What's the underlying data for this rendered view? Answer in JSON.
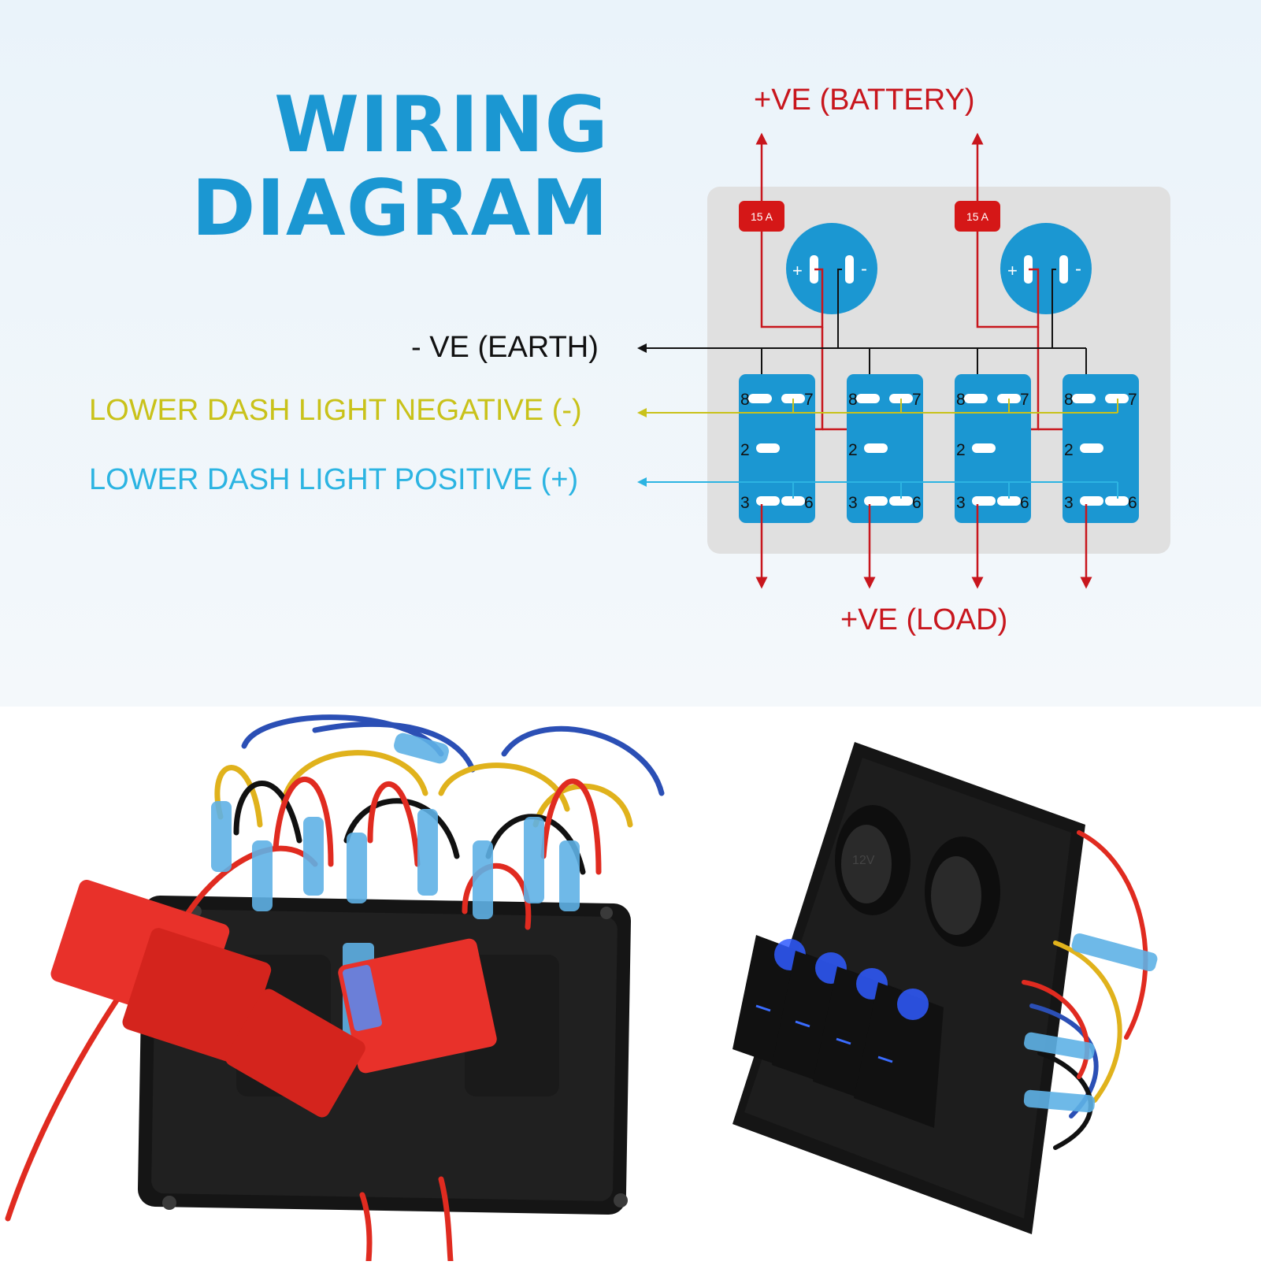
{
  "title": {
    "line1": "WIRING",
    "line2": "DIAGRAM"
  },
  "labels": {
    "battery": "+VE (BATTERY)",
    "earth": "- VE (EARTH)",
    "dash_negative": "LOWER DASH LIGHT NEGATIVE (-)",
    "dash_positive": "LOWER DASH LIGHT POSITIVE (+)",
    "load": "+VE (LOAD)"
  },
  "fuses": [
    "15 A",
    "15 A"
  ],
  "socket_marks": {
    "plus": "+",
    "minus": "-"
  },
  "switch_pins": {
    "p8": "8",
    "p7": "7",
    "p2": "2",
    "p3": "3",
    "p6": "6"
  },
  "socket_text": {
    "cig": "12V"
  },
  "colors": {
    "brand_blue": "#1b97d2",
    "battery_red": "#c8161d",
    "earth_black": "#111111",
    "dash_negative": "#c9c21a",
    "dash_positive": "#2cb4e2",
    "panel_grey": "#e0e0e0",
    "fuse_red": "#d51717"
  }
}
